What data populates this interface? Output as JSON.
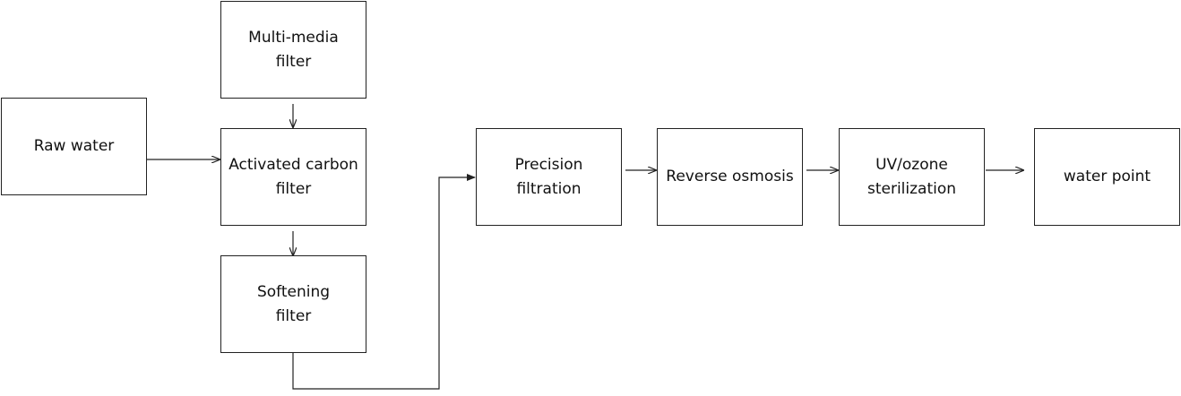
{
  "diagram": {
    "nodes": [
      {
        "id": "raw",
        "label": "Raw water"
      },
      {
        "id": "mm",
        "label": "Multi-media\nfilter"
      },
      {
        "id": "ac",
        "label": "Activated carbon\nfilter"
      },
      {
        "id": "soft",
        "label": "Softening\nfilter"
      },
      {
        "id": "prec",
        "label": "Precision\nfiltration"
      },
      {
        "id": "ro",
        "label": "Reverse osmosis"
      },
      {
        "id": "uv",
        "label": "UV/ozone\nsterilization"
      },
      {
        "id": "wp",
        "label": "water point"
      }
    ],
    "edges": [
      {
        "from": "raw",
        "to": "ac"
      },
      {
        "from": "mm",
        "to": "ac"
      },
      {
        "from": "ac",
        "to": "soft"
      },
      {
        "from": "soft",
        "to": "prec"
      },
      {
        "from": "prec",
        "to": "ro"
      },
      {
        "from": "ro",
        "to": "uv"
      },
      {
        "from": "uv",
        "to": "wp"
      }
    ],
    "colors": {
      "stroke": "#222222",
      "text": "#111111",
      "background": "#ffffff"
    }
  }
}
